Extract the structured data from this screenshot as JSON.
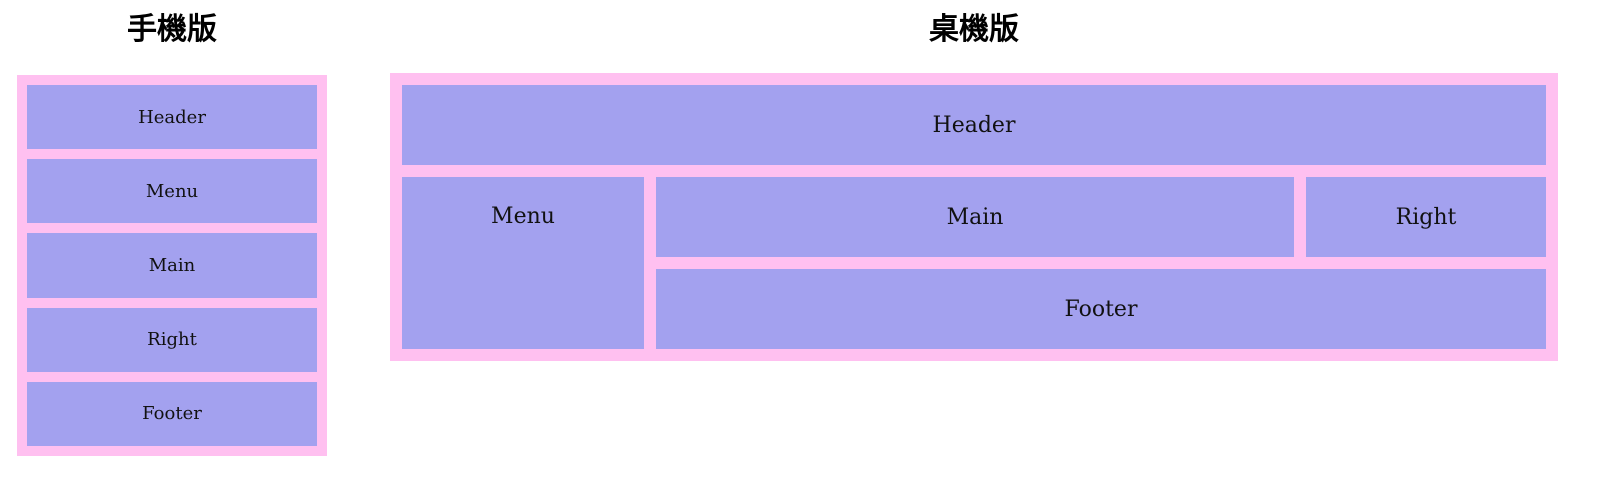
{
  "mobile": {
    "title": "手機版",
    "blocks": {
      "header": "Header",
      "menu": "Menu",
      "main": "Main",
      "right": "Right",
      "footer": "Footer"
    }
  },
  "desktop": {
    "title": "桌機版",
    "blocks": {
      "header": "Header",
      "menu": "Menu",
      "main": "Main",
      "right": "Right",
      "footer": "Footer"
    }
  },
  "colors": {
    "frame": "#ffc0f0",
    "block": "#a3a1ef",
    "text": "#111111"
  }
}
